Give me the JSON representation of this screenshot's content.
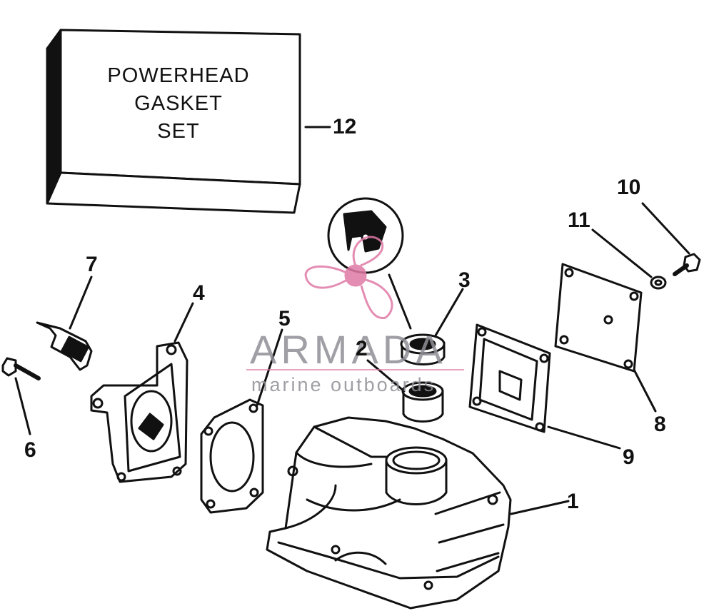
{
  "gasket_box": {
    "line1": "POWERHEAD",
    "line2": "GASKET",
    "line3": "SET"
  },
  "callouts": {
    "c1": "1",
    "c2": "2",
    "c3": "3",
    "c4": "4",
    "c5": "5",
    "c6": "6",
    "c7": "7",
    "c8": "8",
    "c9": "9",
    "c10": "10",
    "c11": "11",
    "c12": "12"
  },
  "watermark": {
    "brand": "ARMADA",
    "tagline": "marine outboards",
    "color_pink": "#e07aa6",
    "color_gray": "#8f8f96"
  }
}
